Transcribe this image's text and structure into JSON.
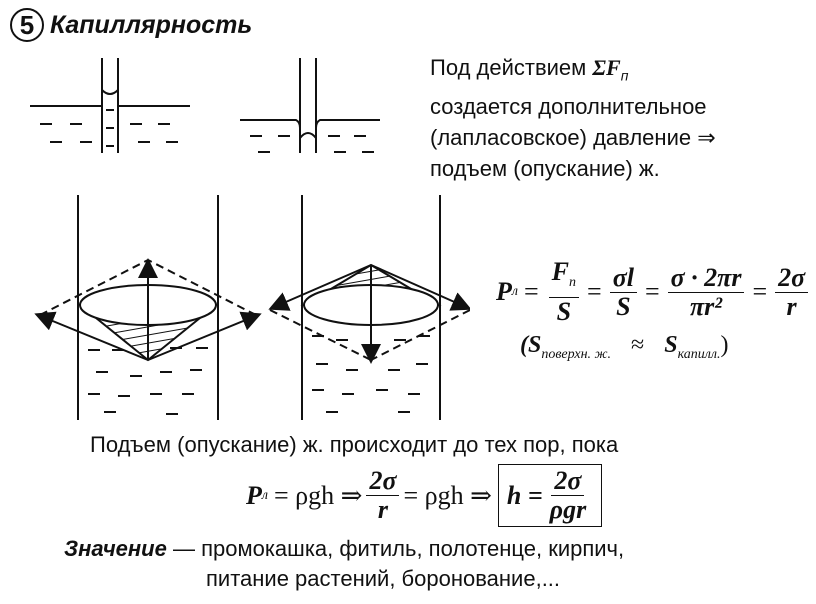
{
  "title": {
    "number": "5",
    "text": "Капиллярность"
  },
  "paragraph": {
    "line1_prefix": "Под действием ",
    "line1_symbol": "ΣF",
    "line1_sub": "п",
    "line2": "создается дополнительное",
    "line3": "(лапласовское) давление ⇒",
    "line4": "подъем (опускание) ж."
  },
  "laplace": {
    "lhs": "P",
    "lhs_sub": "л",
    "f1_num": "F",
    "f1_num_sub": "п",
    "f1_den": "S",
    "f2_num": "σl",
    "f2_den": "S",
    "f3_num": "σ · 2πr",
    "f3_den": "πr²",
    "f4_num": "2σ",
    "f4_den": "r",
    "note_open": "(S",
    "note_sub1": "поверхн. ж.",
    "note_approx": "≈",
    "note_s2": "S",
    "note_sub2": "капилл.",
    "note_close": ")"
  },
  "sentence": "Подъем (опускание) ж. происходит до тех пор, пока",
  "equation": {
    "p": "P",
    "p_sub": "л",
    "eq1": "= ρgh ⇒",
    "frac_num": "2σ",
    "frac_den": "r",
    "eq2": "= ρgh ⇒",
    "h": "h =",
    "h_num": "2σ",
    "h_den": "ρgr"
  },
  "usage": {
    "label": "Значение",
    "line1": " — промокашка, фитиль, полотенце, кирпич,",
    "line2": "питание растений, боронование,..."
  }
}
